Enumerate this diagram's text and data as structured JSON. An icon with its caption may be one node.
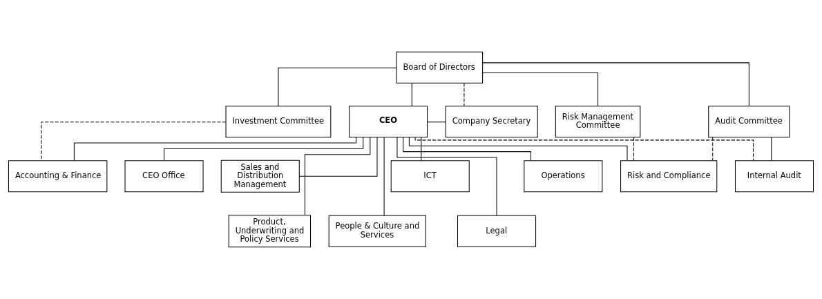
{
  "diagram": {
    "nodes": [
      {
        "text": [
          "Board of Directors"
        ]
      },
      {
        "text": [
          "Investment Committee"
        ]
      },
      {
        "text": [
          "CEO"
        ]
      },
      {
        "text": [
          "Company Secretary"
        ]
      },
      {
        "text": [
          "Risk Management Committee"
        ]
      },
      {
        "text": [
          "Audit Committee"
        ]
      },
      {
        "text": [
          "CEO Office"
        ]
      },
      {
        "text": [
          "Sales and Distribution Management"
        ]
      },
      {
        "text": [
          "Product, Underwriting and Policy Services"
        ]
      },
      {
        "text": [
          "Accounting & Finance"
        ]
      },
      {
        "text": [
          "People & Culture and Services"
        ]
      },
      {
        "text": [
          "ICT"
        ]
      },
      {
        "text": [
          "Legal"
        ]
      },
      {
        "text": [
          "Operations"
        ]
      },
      {
        "text": [
          "Risk and Compliance"
        ]
      },
      {
        "text": [
          "Internal Audit"
        ]
      }
    ],
    "edges": [
      {
        "from": 0,
        "to": 2,
        "arrow": "none"
      },
      {
        "from": 0,
        "to": 1,
        "arrow": "none"
      },
      {
        "from": 0,
        "to": 4,
        "arrow": "none"
      },
      {
        "from": 0,
        "to": 5,
        "arrow": "none"
      },
      {
        "from": 0,
        "to": 3,
        "arrow": "none",
        "style": "dashed"
      },
      {
        "from": 2,
        "to": 3,
        "arrow": "none"
      },
      {
        "from": 2,
        "to": 6,
        "arrow": "none"
      },
      {
        "from": 2,
        "to": 7,
        "arrow": "none"
      },
      {
        "from": 2,
        "to": 8,
        "arrow": "none"
      },
      {
        "from": 2,
        "to": 9,
        "arrow": "none"
      },
      {
        "from": 2,
        "to": 10,
        "arrow": "none"
      },
      {
        "from": 2,
        "to": 11,
        "arrow": "none"
      },
      {
        "from": 2,
        "to": 12,
        "arrow": "none"
      },
      {
        "from": 2,
        "to": 13,
        "arrow": "none"
      },
      {
        "from": 2,
        "to": 14,
        "arrow": "none"
      },
      {
        "from": 2,
        "to": 15,
        "arrow": "none",
        "style": "dashed"
      },
      {
        "from": 1,
        "to": 9,
        "arrow": "none",
        "style": "dashed"
      },
      {
        "from": 5,
        "to": 14,
        "arrow": "none",
        "style": "dashed"
      },
      {
        "from": 4,
        "to": 14,
        "arrow": "none",
        "style": "dashed"
      },
      {
        "from": 5,
        "to": 15,
        "arrow": "none"
      }
    ]
  }
}
